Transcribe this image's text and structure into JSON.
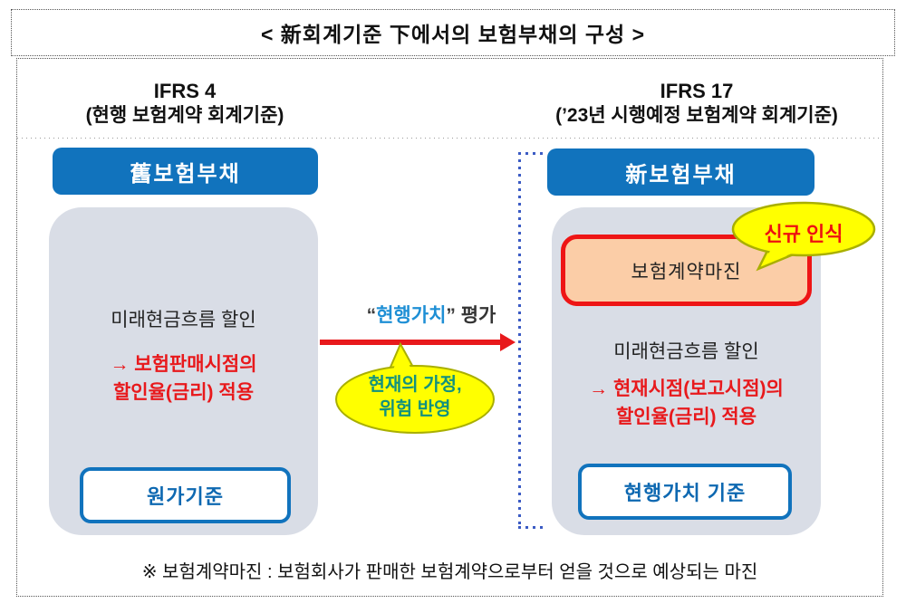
{
  "title": "<  新회계기준  下에서의  보험부채의  구성  >",
  "left": {
    "standard": "IFRS 4",
    "standard_sub": "(현행 보험계약 회계기준)",
    "header": "舊보험부채",
    "body_line": "미래현금흐름 할인",
    "red_line1": "→ 보험판매시점의",
    "red_line2": "할인율(금리) 적용",
    "basis": "원가기준"
  },
  "middle": {
    "eval_quote_open": "“",
    "eval_word": "현행가치",
    "eval_quote_close": "”",
    "eval_suffix": " 평가",
    "bubble_line1": "현재의 가정,",
    "bubble_line2": "위험 반영"
  },
  "right": {
    "standard": "IFRS 17",
    "standard_sub": "(’23년 시행예정 보험계약 회계기준)",
    "header": "新보험부채",
    "margin_box": "보험계약마진",
    "callout": "신규 인식",
    "body_line": "미래현금흐름 할인",
    "red_line1": "→ 현재시점(보고시점)의",
    "red_line2": "할인율(금리) 적용",
    "basis": "현행가치 기준"
  },
  "footnote": "※ 보험계약마진 : 보험회사가 판매한 보험계약으로부터 얻을 것으로 예상되는 마진",
  "colors": {
    "primary_blue": "#1173BD",
    "accent_blue": "#1E8FD5",
    "panel_gray": "#D9DDE6",
    "salmon_fill": "#FBCDA7",
    "red": "#E8191C",
    "yellow": "#FFFF00",
    "olive_outline": "#A9AF00",
    "teal_text": "#12917E",
    "bracket_blue": "#3B5BC4"
  }
}
